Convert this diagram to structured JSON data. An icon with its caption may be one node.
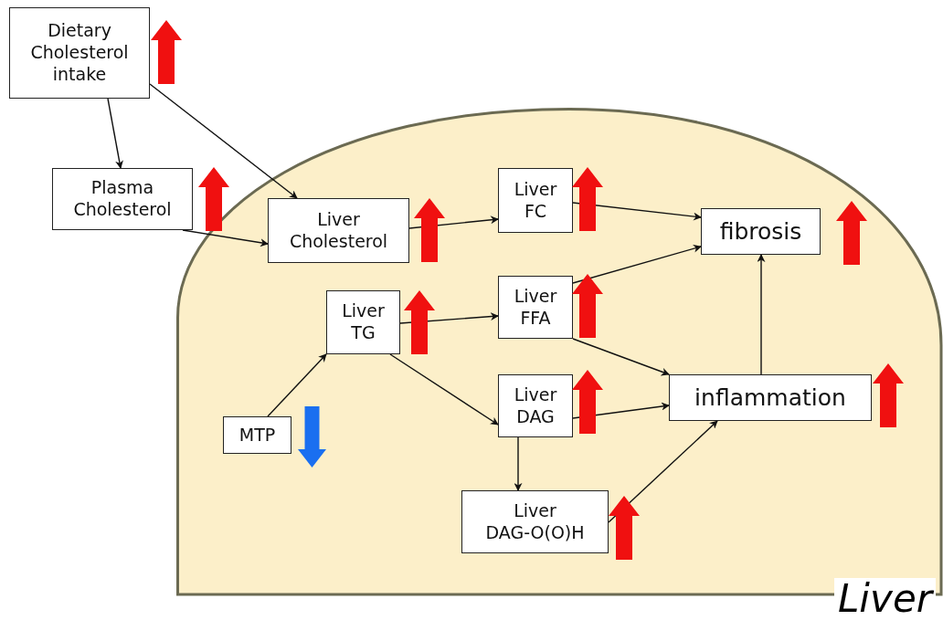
{
  "diagram": {
    "nodes": [
      {
        "text": [
          "Dietary Cholesterol intake"
        ]
      },
      {
        "text": [
          "Plasma Cholesterol"
        ]
      },
      {
        "text": [
          "Liver"
        ]
      },
      {
        "text": [
          "Liver Cholesterol"
        ],
        "in": 2
      },
      {
        "text": [
          "Liver FC"
        ],
        "in": 2
      },
      {
        "text": [
          "fibrosis"
        ],
        "in": 2
      },
      {
        "text": [
          "Liver TG"
        ],
        "in": 2
      },
      {
        "text": [
          "Liver FFA"
        ],
        "in": 2
      },
      {
        "text": [
          "MTP"
        ],
        "in": 2
      },
      {
        "text": [
          "Liver DAG"
        ],
        "in": 2
      },
      {
        "text": [
          "inflammation"
        ],
        "in": 2
      },
      {
        "text": [
          "Liver DAG-O(O)H"
        ],
        "in": 2
      }
    ],
    "edges": [
      {
        "from": 0,
        "to": 1,
        "arrow": "to"
      },
      {
        "from": 0,
        "to": 3,
        "arrow": "to"
      },
      {
        "from": 1,
        "to": 3,
        "arrow": "to"
      },
      {
        "from": 3,
        "to": 4,
        "arrow": "to"
      },
      {
        "from": 4,
        "to": 5,
        "arrow": "to"
      },
      {
        "from": 7,
        "to": 5,
        "arrow": "to"
      },
      {
        "from": 6,
        "to": 7,
        "arrow": "to"
      },
      {
        "from": 6,
        "to": 9,
        "arrow": "to"
      },
      {
        "from": 7,
        "to": 10,
        "arrow": "to"
      },
      {
        "from": 9,
        "to": 10,
        "arrow": "to"
      },
      {
        "from": 8,
        "to": 6,
        "arrow": "to"
      },
      {
        "from": 9,
        "to": 11,
        "arrow": "to"
      },
      {
        "from": 11,
        "to": 10,
        "arrow": "to"
      },
      {
        "from": 10,
        "to": 5,
        "arrow": "to"
      }
    ]
  }
}
